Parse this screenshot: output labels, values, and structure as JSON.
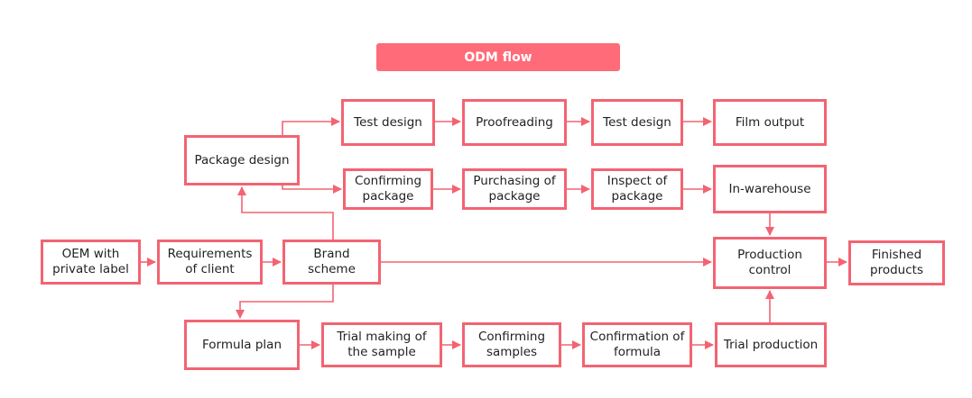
{
  "title": "ODM flow",
  "nodes": {
    "test_design_1": "Test design",
    "proofreading": "Proofreading",
    "test_design_2": "Test design",
    "film_output": "Film output",
    "package_design": "Package design",
    "confirming_package": "Confirming package",
    "purchasing_package": "Purchasing of package",
    "inspect_package": "Inspect of package",
    "in_warehouse": "In-warehouse",
    "oem": "OEM with private label",
    "requirements": "Requirements of client",
    "brand_scheme": "Brand scheme",
    "production_control": "Production control",
    "finished_products": "Finished products",
    "formula_plan": "Formula plan",
    "trial_making": "Trial making of the sample",
    "confirming_samples": "Confirming samples",
    "confirmation_formula": "Confirmation of formula",
    "trial_production": "Trial production"
  },
  "colors": {
    "accent": "#f26472",
    "title_bg": "#ff6b78"
  }
}
